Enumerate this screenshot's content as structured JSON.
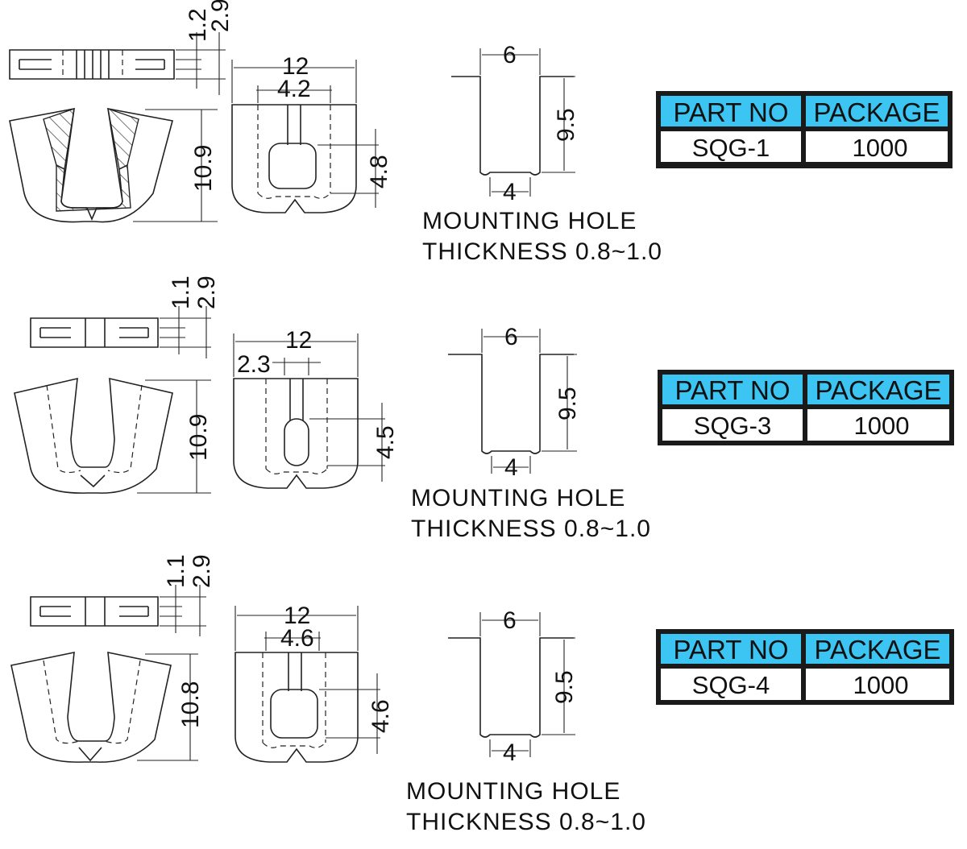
{
  "common": {
    "width": "12",
    "hole_width": "6",
    "hole_height": "9.5",
    "hole_bottom": "4",
    "mounting_line1": "MOUNTING  HOLE",
    "mounting_line2": "THICKNESS  0.8~1.0",
    "table_header_part": "PART NO",
    "table_header_package": "PACKAGE"
  },
  "parts": [
    {
      "part_no": "SQG-1",
      "package": "1000",
      "side_thin": "1.2",
      "side_thick": "2.9",
      "height": "10.9",
      "slot_width": "4.2",
      "slot_height": "4.8"
    },
    {
      "part_no": "SQG-3",
      "package": "1000",
      "side_thin": "1.1",
      "side_thick": "2.9",
      "height": "10.9",
      "slot_width": "2.3",
      "slot_height": "4.5"
    },
    {
      "part_no": "SQG-4",
      "package": "1000",
      "side_thin": "1.1",
      "side_thick": "2.9",
      "height": "10.8",
      "slot_width": "4.6",
      "slot_height": "4.6"
    }
  ],
  "colors": {
    "table_header_bg": "#3cc4f2",
    "table_border": "#1a1a1a",
    "line": "#222222"
  }
}
